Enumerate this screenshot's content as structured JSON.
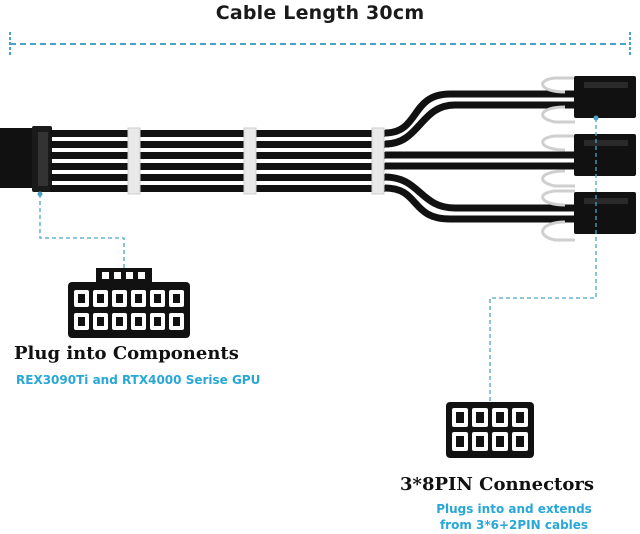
{
  "header": {
    "title": "Cable Length 30cm"
  },
  "plug_side": {
    "heading": "Plug into Components",
    "subtitle": "REX3090Ti and RTX4000 Serise GPU"
  },
  "connector_side": {
    "heading": "3*8PIN Connectors",
    "description_line1": "Plugs into and extends",
    "description_line2": "from 3*6+2PIN cables"
  },
  "colors": {
    "accent": "#29a7d8",
    "dashed_line": "#4aa3c7",
    "cable": "#111111",
    "sleeve_clip": "#e8e8e8"
  }
}
